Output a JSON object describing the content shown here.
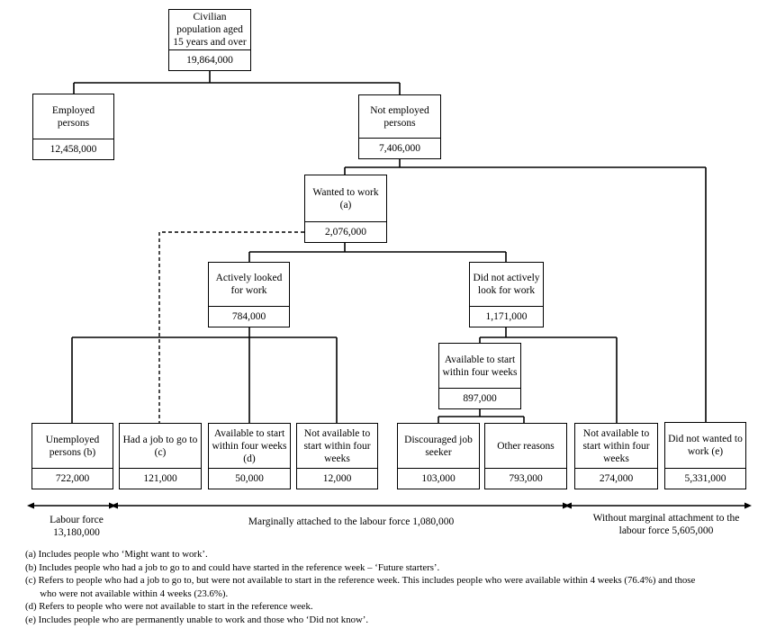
{
  "nodes": {
    "civilian": {
      "label": "Civilian population aged 15 years and over",
      "value": "19,864,000"
    },
    "employed": {
      "label": "Employed persons",
      "value": "12,458,000"
    },
    "not_employed": {
      "label": "Not employed persons",
      "value": "7,406,000"
    },
    "wanted": {
      "label": "Wanted to work (a)",
      "value": "2,076,000"
    },
    "actively": {
      "label": "Actively looked for work",
      "value": "784,000"
    },
    "not_actively": {
      "label": "Did not actively look for work",
      "value": "1,171,000"
    },
    "avail4": {
      "label": "Available to start within four weeks",
      "value": "897,000"
    },
    "unemployed": {
      "label": "Unemployed persons (b)",
      "value": "722,000"
    },
    "had_job": {
      "label": "Had a job to go to (c)",
      "value": "121,000"
    },
    "avail_d": {
      "label": "Available to start within four weeks (d)",
      "value": "50,000"
    },
    "not_avail_a": {
      "label": "Not available to start within four weeks",
      "value": "12,000"
    },
    "discouraged": {
      "label": "Discouraged job seeker",
      "value": "103,000"
    },
    "other": {
      "label": "Other reasons",
      "value": "793,000"
    },
    "not_avail_b": {
      "label": "Not available to start within four weeks",
      "value": "274,000"
    },
    "did_not_want": {
      "label": "Did not wanted to work (e)",
      "value": "5,331,000"
    }
  },
  "groups": {
    "labour_force": "Labour force 13,180,000",
    "marginal": "Marginally attached to the labour force 1,080,000",
    "without": "Without marginal attachment to the labour force 5,605,000"
  },
  "notes": [
    "(a) Includes people who ‘Might want to work’.",
    "(b) Includes people who had a job to go to and could have started in the reference week – ‘Future starters’.",
    "(c) Refers to people who had a job to go to, but were not available to start in the reference week. This includes people who were available within 4 weeks (76.4%) and those",
    "      who were not available within 4 weeks (23.6%).",
    "(d) Refers to people who were not available to start in the reference week.",
    "(e) Includes people who are permanently unable to work and those who ‘Did not know’."
  ]
}
